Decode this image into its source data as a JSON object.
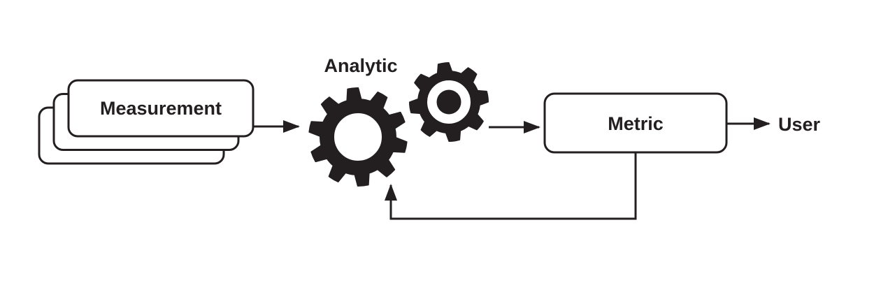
{
  "diagram": {
    "background_color": "#ffffff",
    "ink_color": "#231f20",
    "nodes": {
      "measurement": {
        "label": "Measurement",
        "shape": "stacked-rounded-rectangles",
        "stack_count": 3
      },
      "analytic": {
        "label": "Analytic",
        "icon": "gears-icon"
      },
      "metric": {
        "label": "Metric",
        "shape": "rounded-rectangle"
      },
      "user": {
        "label": "User",
        "shape": "plain-text"
      }
    },
    "edges": [
      {
        "from": "measurement",
        "to": "analytic",
        "style": "arrow"
      },
      {
        "from": "analytic",
        "to": "metric",
        "style": "arrow"
      },
      {
        "from": "metric",
        "to": "user",
        "style": "arrow"
      },
      {
        "from": "metric",
        "to": "analytic",
        "style": "feedback-arrow"
      }
    ]
  }
}
